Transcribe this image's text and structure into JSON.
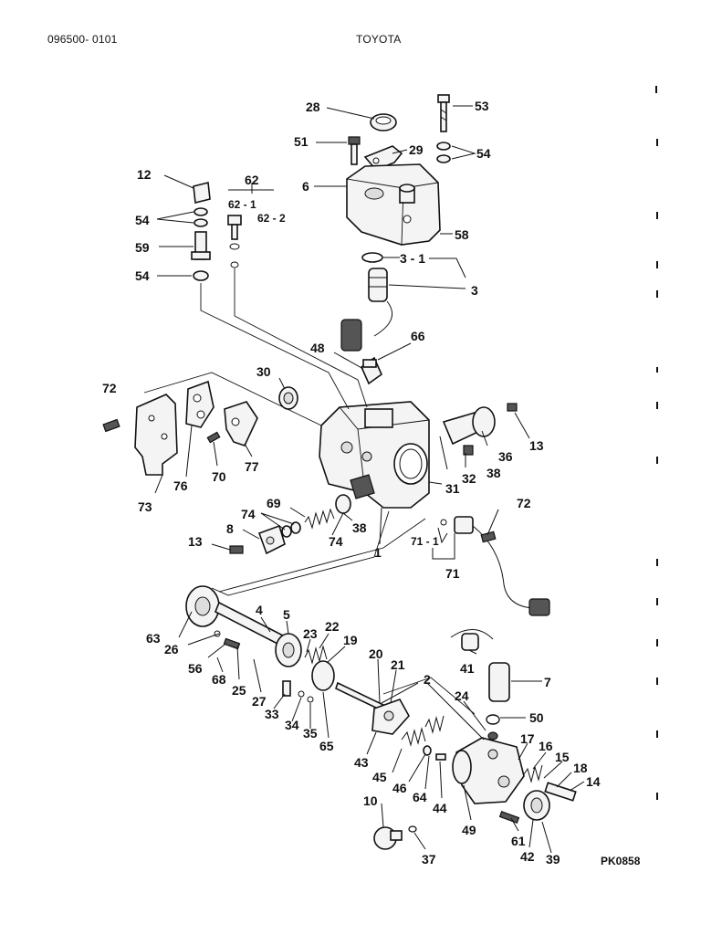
{
  "header": {
    "part_number": "096500- 0101",
    "make": "TOYOTA"
  },
  "diagram_code": "PK0858",
  "callouts": [
    {
      "id": "c28",
      "label": "28"
    },
    {
      "id": "c53",
      "label": "53"
    },
    {
      "id": "c51",
      "label": "51"
    },
    {
      "id": "c29",
      "label": "29"
    },
    {
      "id": "c54a",
      "label": "54"
    },
    {
      "id": "c12",
      "label": "12"
    },
    {
      "id": "c62",
      "label": "62"
    },
    {
      "id": "c6",
      "label": "6"
    },
    {
      "id": "c62-1",
      "label": "62 - 1"
    },
    {
      "id": "c62-2",
      "label": "62 - 2"
    },
    {
      "id": "c54b",
      "label": "54"
    },
    {
      "id": "c58",
      "label": "58"
    },
    {
      "id": "c59",
      "label": "59"
    },
    {
      "id": "c3-1",
      "label": "3 - 1"
    },
    {
      "id": "c54c",
      "label": "54"
    },
    {
      "id": "c3",
      "label": "3"
    },
    {
      "id": "c48",
      "label": "48"
    },
    {
      "id": "c66",
      "label": "66"
    },
    {
      "id": "c72a",
      "label": "72"
    },
    {
      "id": "c30",
      "label": "30"
    },
    {
      "id": "c13a",
      "label": "13"
    },
    {
      "id": "c36",
      "label": "36"
    },
    {
      "id": "c32",
      "label": "32"
    },
    {
      "id": "c38a",
      "label": "38"
    },
    {
      "id": "c76",
      "label": "76"
    },
    {
      "id": "c70",
      "label": "70"
    },
    {
      "id": "c77",
      "label": "77"
    },
    {
      "id": "c31",
      "label": "31"
    },
    {
      "id": "c73",
      "label": "73"
    },
    {
      "id": "c74a",
      "label": "74"
    },
    {
      "id": "c69",
      "label": "69"
    },
    {
      "id": "c72b",
      "label": "72"
    },
    {
      "id": "c8",
      "label": "8"
    },
    {
      "id": "c38b",
      "label": "38"
    },
    {
      "id": "c13b",
      "label": "13"
    },
    {
      "id": "c74b",
      "label": "74"
    },
    {
      "id": "c71-1",
      "label": "71 - 1"
    },
    {
      "id": "c1",
      "label": "1"
    },
    {
      "id": "c71",
      "label": "71"
    },
    {
      "id": "c4",
      "label": "4"
    },
    {
      "id": "c63",
      "label": "63"
    },
    {
      "id": "c5",
      "label": "5"
    },
    {
      "id": "c22",
      "label": "22"
    },
    {
      "id": "c26",
      "label": "26"
    },
    {
      "id": "c23",
      "label": "23"
    },
    {
      "id": "c19",
      "label": "19"
    },
    {
      "id": "c56",
      "label": "56"
    },
    {
      "id": "c68",
      "label": "68"
    },
    {
      "id": "c20",
      "label": "20"
    },
    {
      "id": "c21",
      "label": "21"
    },
    {
      "id": "c41",
      "label": "41"
    },
    {
      "id": "c25",
      "label": "25"
    },
    {
      "id": "c27",
      "label": "27"
    },
    {
      "id": "c2",
      "label": "2"
    },
    {
      "id": "c7",
      "label": "7"
    },
    {
      "id": "c33",
      "label": "33"
    },
    {
      "id": "c34",
      "label": "34"
    },
    {
      "id": "c35",
      "label": "35"
    },
    {
      "id": "c24",
      "label": "24"
    },
    {
      "id": "c50",
      "label": "50"
    },
    {
      "id": "c65",
      "label": "65"
    },
    {
      "id": "c17",
      "label": "17"
    },
    {
      "id": "c16",
      "label": "16"
    },
    {
      "id": "c15",
      "label": "15"
    },
    {
      "id": "c43",
      "label": "43"
    },
    {
      "id": "c18",
      "label": "18"
    },
    {
      "id": "c45",
      "label": "45"
    },
    {
      "id": "c14",
      "label": "14"
    },
    {
      "id": "c46",
      "label": "46"
    },
    {
      "id": "c64",
      "label": "64"
    },
    {
      "id": "c44",
      "label": "44"
    },
    {
      "id": "c10",
      "label": "10"
    },
    {
      "id": "c49",
      "label": "49"
    },
    {
      "id": "c61",
      "label": "61"
    },
    {
      "id": "c42",
      "label": "42"
    },
    {
      "id": "c39",
      "label": "39"
    },
    {
      "id": "c37",
      "label": "37"
    }
  ]
}
